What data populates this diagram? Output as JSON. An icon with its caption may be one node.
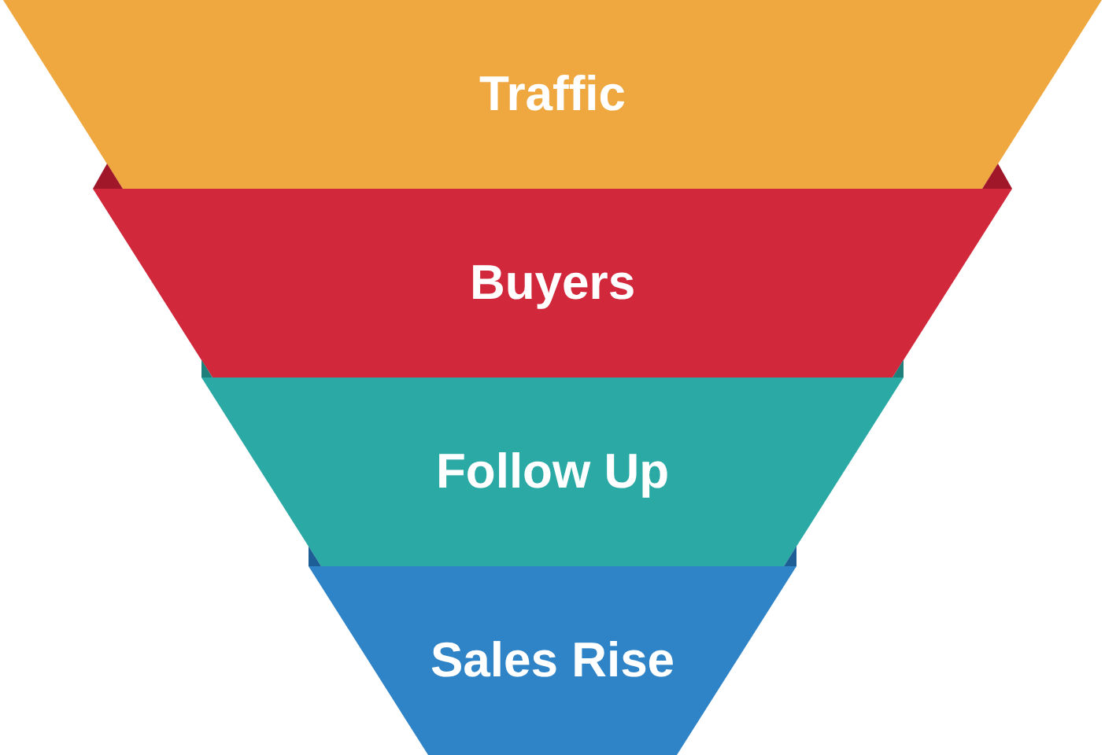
{
  "diagram": {
    "nodes": [
      {
        "text": [
          "Traffic"
        ]
      },
      {
        "text": [
          "Buyers"
        ]
      },
      {
        "text": [
          "Follow Up"
        ]
      },
      {
        "text": [
          "Sales Rise"
        ]
      }
    ]
  }
}
